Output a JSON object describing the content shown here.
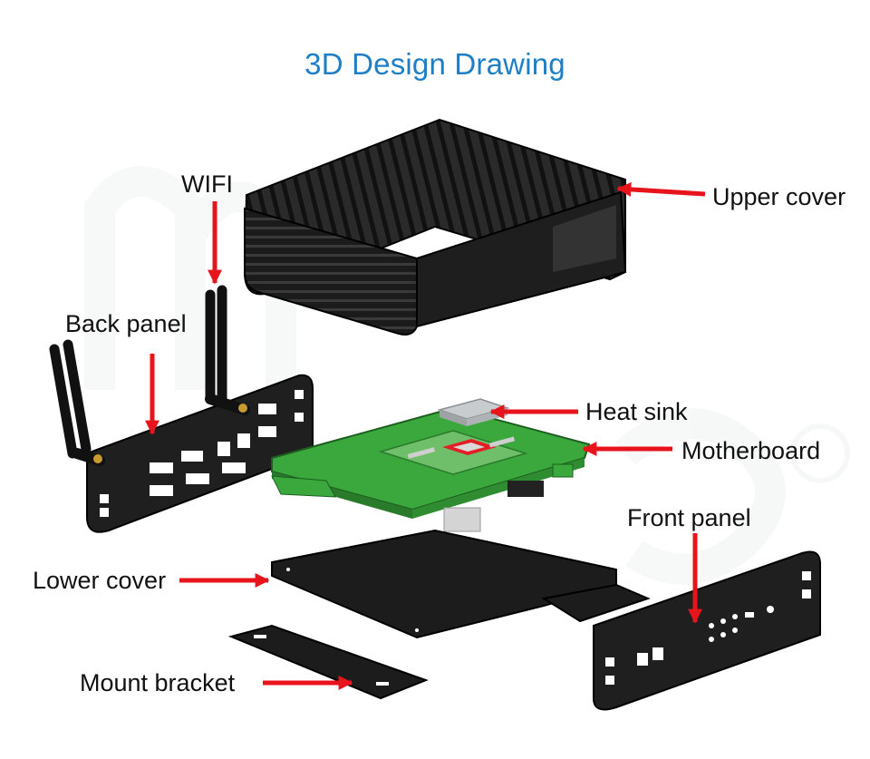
{
  "title": "3D Design Drawing",
  "colors": {
    "title": "#1f7fc6",
    "arrow": "#e8141c",
    "metal": "#1c1c1c",
    "pcb": "#3aa83c",
    "chip": "#e21f26",
    "heatsink": "#b9bcbf"
  },
  "labels": {
    "wifi": "WIFI",
    "upper_cover": "Upper cover",
    "back_panel": "Back panel",
    "heat_sink": "Heat sink",
    "motherboard": "Motherboard",
    "front_panel": "Front panel",
    "lower_cover": "Lower cover",
    "mount_bracket": "Mount bracket"
  }
}
